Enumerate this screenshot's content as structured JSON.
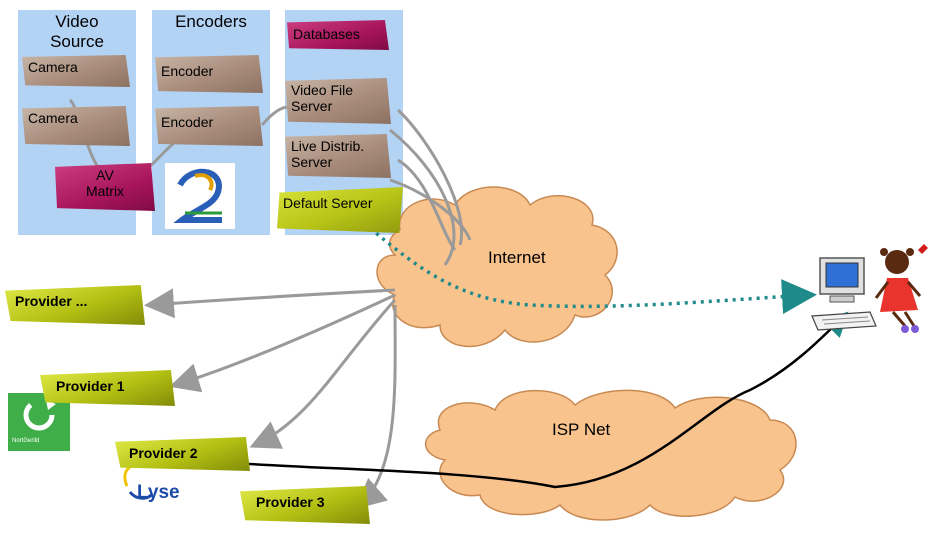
{
  "panels": {
    "video_source": {
      "title_line1": "Video",
      "title_line2": "Source",
      "cameras": [
        "Camera",
        "Camera"
      ],
      "matrix_line1": "AV",
      "matrix_line2": "Matrix"
    },
    "encoders": {
      "title": "Encoders",
      "items": [
        "Encoder",
        "Encoder"
      ]
    },
    "servers": {
      "databases": "Databases",
      "video_file_line1": "Video File",
      "video_file_line2": "Server",
      "live_line1": "Live Distrib.",
      "live_line2": "Server",
      "default": "Default Server"
    }
  },
  "clouds": {
    "internet": "Internet",
    "isp": "ISP Net"
  },
  "providers": [
    "Provider ...",
    "Provider 1",
    "Provider 2",
    "Provider 3"
  ],
  "logos": {
    "lyse": "Lyse",
    "nortgerild": "NortGerild"
  },
  "colors": {
    "panel": "#b3d3f5",
    "cloud": "#f9c38e",
    "dotted": "#1f8a8a",
    "wire": "#9a9a9a",
    "isp_line": "#000000"
  }
}
